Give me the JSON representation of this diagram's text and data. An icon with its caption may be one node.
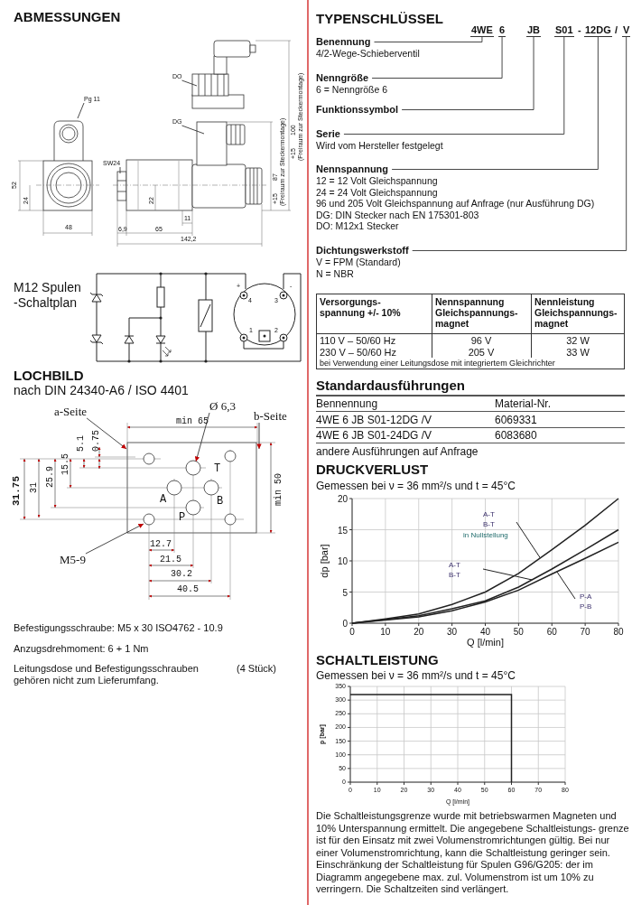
{
  "diagram": {
    "nodes": [
      {
        "text": [
          "4WE"
        ]
      },
      {
        "text": [
          "6"
        ]
      },
      {
        "text": [
          "JB"
        ]
      },
      {
        "text": [
          "S01"
        ]
      },
      {
        "text": [
          "12DG"
        ]
      },
      {
        "text": [
          "V"
        ]
      },
      {
        "text": [
          "Benennung",
          "4/2-Wege-Schieberventil"
        ]
      },
      {
        "text": [
          "Nenngröße",
          "6 = Nenngröße 6"
        ]
      },
      {
        "text": [
          "Funktionssymbol"
        ]
      },
      {
        "text": [
          "Serie",
          "Wird vom Hersteller festgelegt"
        ]
      },
      {
        "text": [
          "Nennspannung",
          "12 = 12 Volt Gleichspannung",
          "24 = 24 Volt Gleichspannung",
          "96 und 205 Volt Gleichspannung auf Anfrage (nur Ausführung DG)",
          "DG: DIN Stecker nach EN 175301-803",
          "DO: M12x1 Stecker"
        ]
      },
      {
        "text": [
          "Dichtungswerkstoff",
          "V = FPM (Standard)",
          "N = NBR"
        ]
      },
      {
        "text": [
          "Pg 11"
        ]
      },
      {
        "text": [
          "DO"
        ]
      },
      {
        "text": [
          "DG"
        ]
      },
      {
        "text": [
          "SW24"
        ]
      },
      {
        "text": [
          "a-Seite"
        ]
      },
      {
        "text": [
          "b-Seite"
        ]
      },
      {
        "text": [
          "Ø 6,3"
        ]
      },
      {
        "text": [
          "M5-9"
        ]
      }
    ],
    "edges": [
      {
        "from": 6,
        "to": 0,
        "arrow": "none"
      },
      {
        "from": 7,
        "to": 1,
        "arrow": "none"
      },
      {
        "from": 8,
        "to": 2,
        "arrow": "none"
      },
      {
        "from": 9,
        "to": 3,
        "arrow": "none"
      },
      {
        "from": 10,
        "to": 4,
        "arrow": "none"
      },
      {
        "from": 11,
        "to": 5,
        "arrow": "none"
      },
      {
        "from": 12,
        "to": null,
        "arrow": "none"
      },
      {
        "from": 13,
        "to": null,
        "arrow": "none"
      },
      {
        "from": 14,
        "to": null,
        "arrow": "none"
      },
      {
        "from": 15,
        "to": null,
        "arrow": "none"
      },
      {
        "from": 16,
        "to": null,
        "arrow": "to"
      },
      {
        "from": 17,
        "to": null,
        "arrow": "to"
      },
      {
        "from": 18,
        "to": null,
        "arrow": "to"
      },
      {
        "from": 19,
        "to": null,
        "arrow": "to"
      }
    ],
    "labels": [
      "ABMESSUNGEN",
      "52",
      "24",
      "48",
      "22",
      "11",
      "6,9",
      "65",
      "142,2",
      "87",
      "+15",
      "(Freiraum zur Steckermontage)",
      "100",
      "+15",
      "(Freiraum zur Steckermontage)",
      "M12 Spulen -Schaltplan",
      "+",
      "-",
      "4",
      "3",
      "1",
      "2",
      "LOCHBILD",
      "nach DIN 24340-A6 / ISO 4401",
      "min 65",
      "5.1",
      "0.75",
      "15.5",
      "25.9",
      "31",
      "31.75",
      "min 50",
      "T",
      "A",
      "B",
      "P",
      "12.7",
      "21.5",
      "30.2",
      "40.5",
      "Befestigungsschraube: M5 x 30 ISO4762 - 10.9",
      "Anzugsdrehmoment: 6 + 1 Nm",
      "Leitungsdose und Befestigungsschrauben gehören nicht zum Lieferumfang.",
      "(4 Stück)",
      "TYPENSCHLÜSSEL",
      "-",
      "/",
      "Versorgungs- spannung +/- 10%",
      "Nennspannung Gleichspannungs- magnet",
      "Nennleistung Gleichspannungs- magnet",
      "110 V – 50/60 Hz",
      "96 V",
      "32 W",
      "230 V – 50/60 Hz",
      "205 V",
      "33 W",
      "bei Verwendung einer Leitungsdose mit integriertem Gleichrichter",
      "Standardausführungen",
      "Bennennung",
      "Material-Nr.",
      "4WE 6 JB S01-12DG /V",
      "6069331",
      "4WE 6 JB S01-24DG /V",
      "6083680",
      "andere Ausführungen auf Anfrage",
      "Gemessen bei ν = 36 mm²/s und t = 45°C",
      "Gemessen bei ν = 36 mm²/s und t = 45°C",
      "Die Schaltleistungsgrenze wurde mit betriebswarmen Magneten und 10% Unterspannung ermittelt. Die angegebene Schaltleistungs- grenze ist für den Einsatz mit zwei Volumenstromrichtungen gültig. Bei nur einer Volumenstromrichtung, kann die Schaltleistung geringer sein. Einschränkung der Schaltleistung für Spulen G96/G205: der im Diagramm angegebene max. zul. Volumenstrom ist um 10% zu verringern. Die Schaltzeiten sind verlängert."
    ],
    "chart_data": [
      {
        "type": "line",
        "title": "DRUCKVERLUST",
        "xlabel": "Q [l/min]",
        "ylabel": "dp [bar]",
        "x": [
          0,
          10,
          20,
          30,
          40,
          50,
          60,
          70,
          80
        ],
        "series": [
          {
            "values": [
              0,
              0.7,
              1.5,
              3,
              5,
              8,
              11.8,
              15.7,
              20
            ]
          },
          {
            "values": [
              0,
              0.6,
              1.2,
              2.3,
              3.6,
              5.8,
              8.7,
              11.8,
              15
            ]
          },
          {
            "values": [
              0,
              0.5,
              1,
              2,
              3.4,
              5.3,
              7.9,
              10.4,
              13
            ]
          }
        ],
        "xlim": [
          0,
          80
        ],
        "ylim": [
          0,
          20
        ],
        "xticks": [
          0,
          10,
          20,
          30,
          40,
          50,
          60,
          70,
          80
        ],
        "yticks": [
          0,
          5,
          10,
          15,
          20
        ],
        "grid": true,
        "annotations": [
          {
            "text": "A-T"
          },
          {
            "text": "B-T"
          },
          {
            "text": "in Nullstellung"
          },
          {
            "text": "A-T"
          },
          {
            "text": "B-T"
          },
          {
            "text": "P-A"
          },
          {
            "text": "P-B"
          }
        ]
      },
      {
        "type": "line",
        "title": "SCHALTLEISTUNG",
        "xlabel": "Q [l/min]",
        "ylabel": "p [bar]",
        "x": [
          0,
          60,
          60
        ],
        "series": [
          {
            "values": [
              320,
              320,
              0
            ]
          }
        ],
        "grid": true,
        "xlim": [
          0,
          80
        ],
        "ylim": [
          0,
          350
        ],
        "xticks": [
          0,
          10,
          20,
          30,
          40,
          50,
          60,
          70,
          80
        ],
        "yticks": [
          0,
          50,
          100,
          150,
          200,
          250,
          300,
          350
        ]
      }
    ]
  }
}
